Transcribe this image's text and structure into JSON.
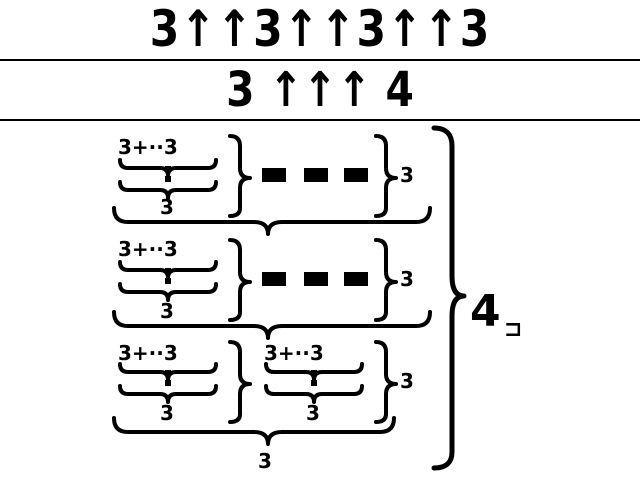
{
  "header": {
    "top_line": "3↑↑3↑↑3↑↑3",
    "second_line": "3 ↑↑↑ 4"
  },
  "diagram": {
    "cell_top": "3+··3",
    "cell_base": "3",
    "row_exponent": "3",
    "outer_count": "4",
    "bottom_base": "3",
    "corner_mark": "⊐"
  }
}
